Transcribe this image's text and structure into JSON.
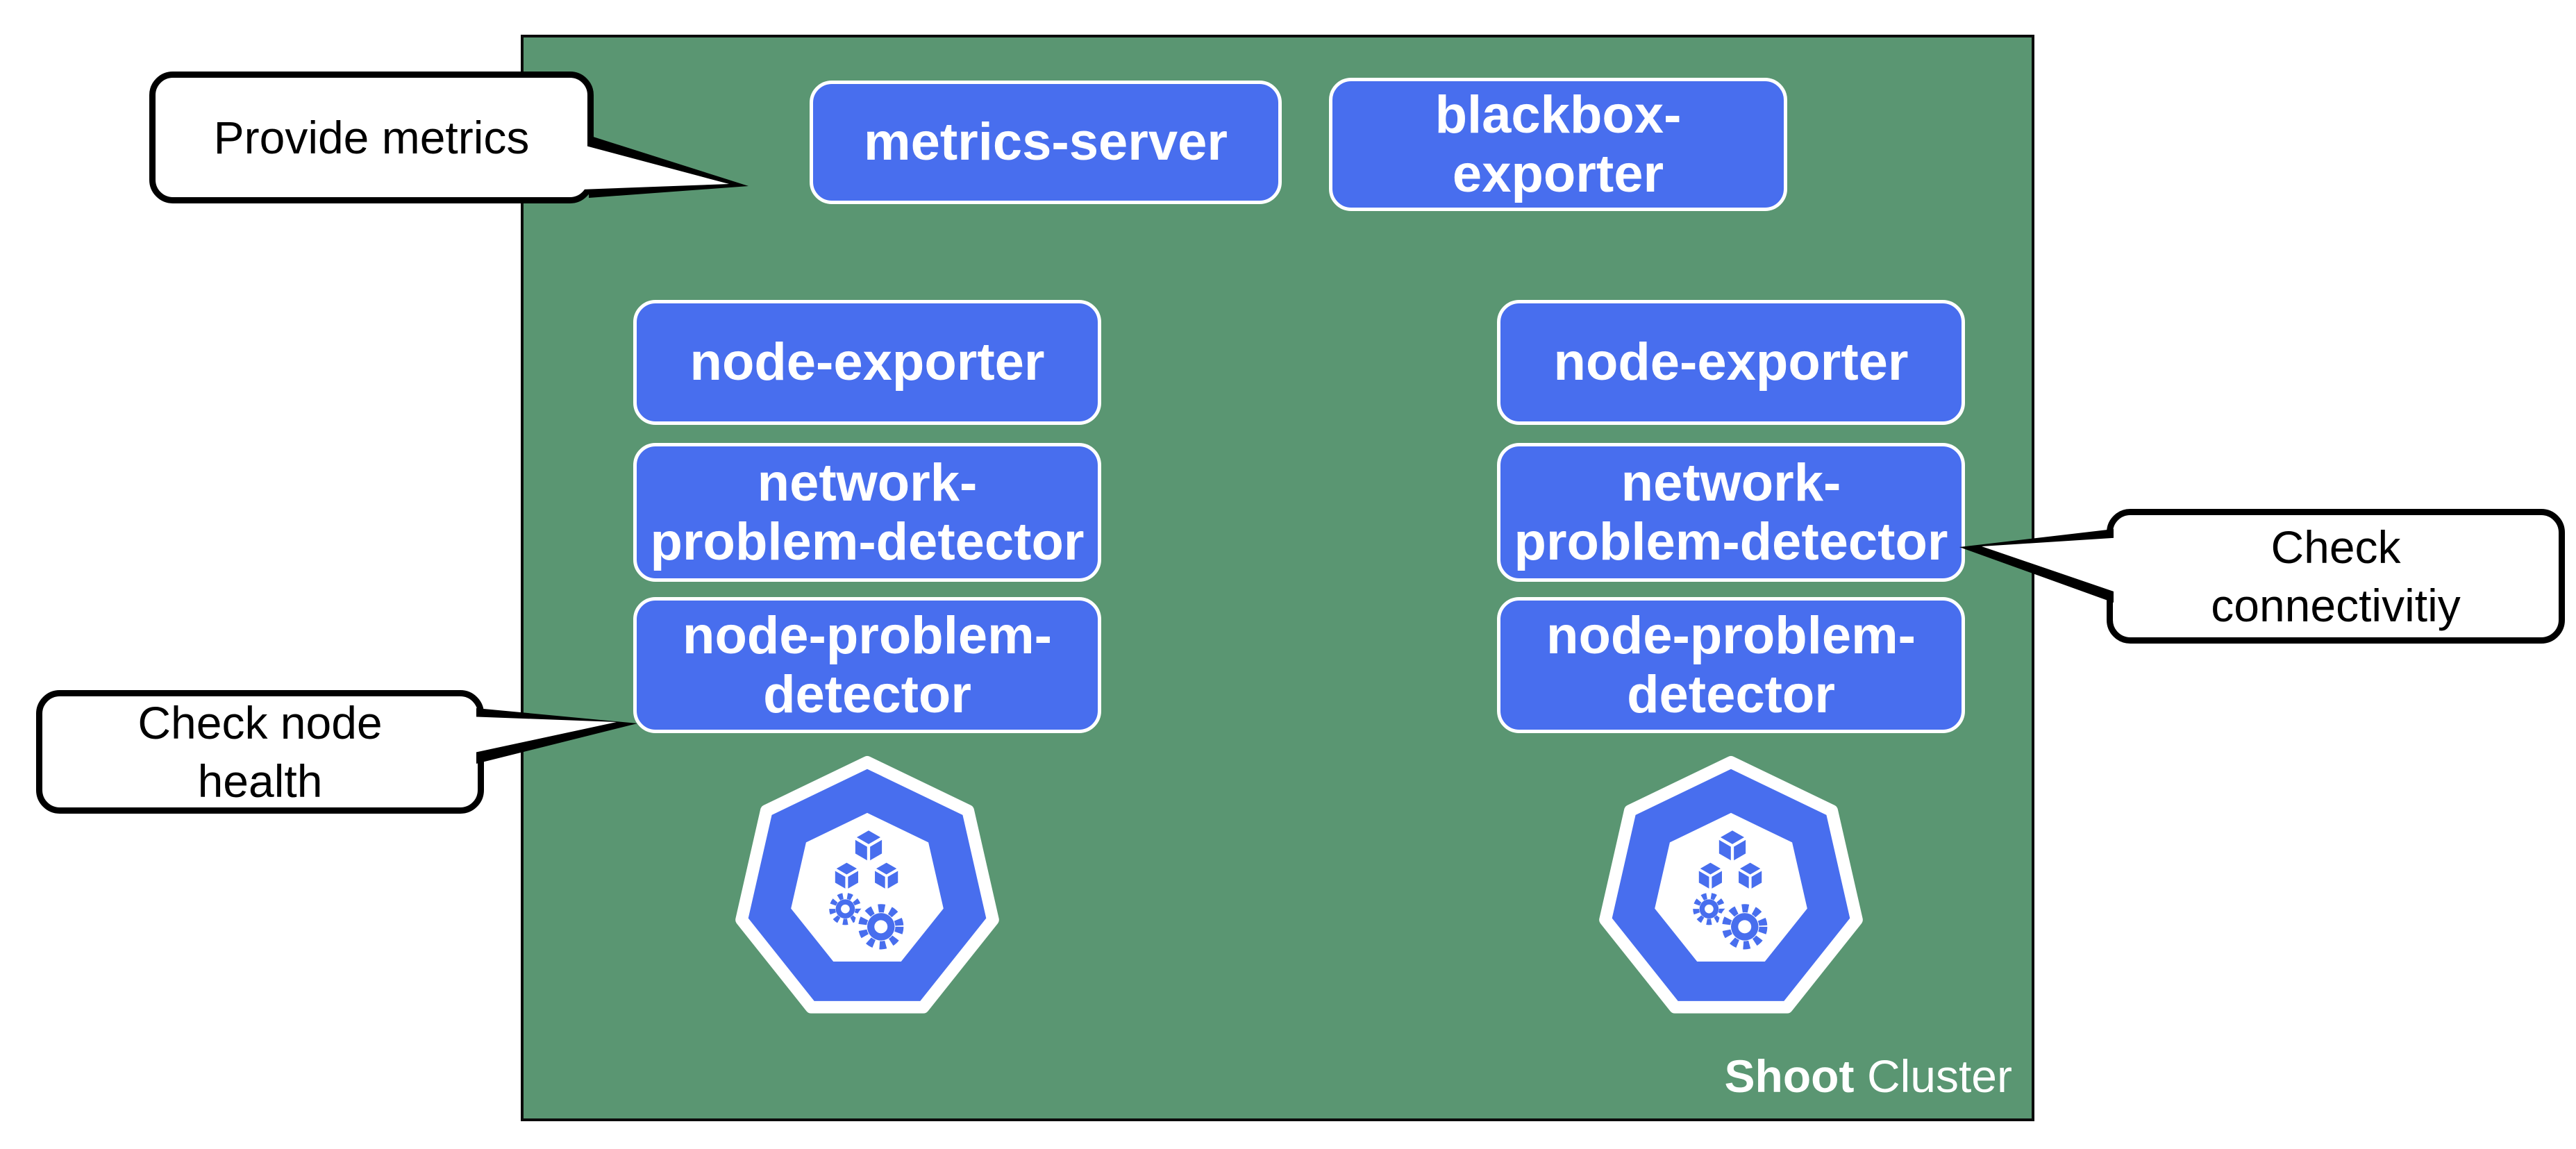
{
  "colors": {
    "page_background": "#ffffff",
    "cluster_green": "#5a9672",
    "component_blue": "#486eee",
    "component_text": "#ffffff",
    "callout_fill": "#ffffff",
    "callout_outline": "#000000",
    "cluster_border": "#0b0b0b"
  },
  "cluster": {
    "label_bold": "Shoot",
    "label_regular": "Cluster",
    "top_components": {
      "metrics_server": "metrics-server",
      "blackbox_exporter": "blackbox-\nexporter"
    },
    "left_node": {
      "node_exporter": "node-exporter",
      "network_problem_detector": "network-\nproblem-detector",
      "node_problem_detector": "node-problem-\ndetector"
    },
    "right_node": {
      "node_exporter": "node-exporter",
      "network_problem_detector": "network-\nproblem-detector",
      "node_problem_detector": "node-problem-\ndetector"
    },
    "node_icon": "kubernetes-heptagon-node-icon"
  },
  "callouts": {
    "provide_metrics": "Provide metrics",
    "check_node_health": "Check node\nhealth",
    "check_connectivity": "Check\nconnectivitiy"
  }
}
